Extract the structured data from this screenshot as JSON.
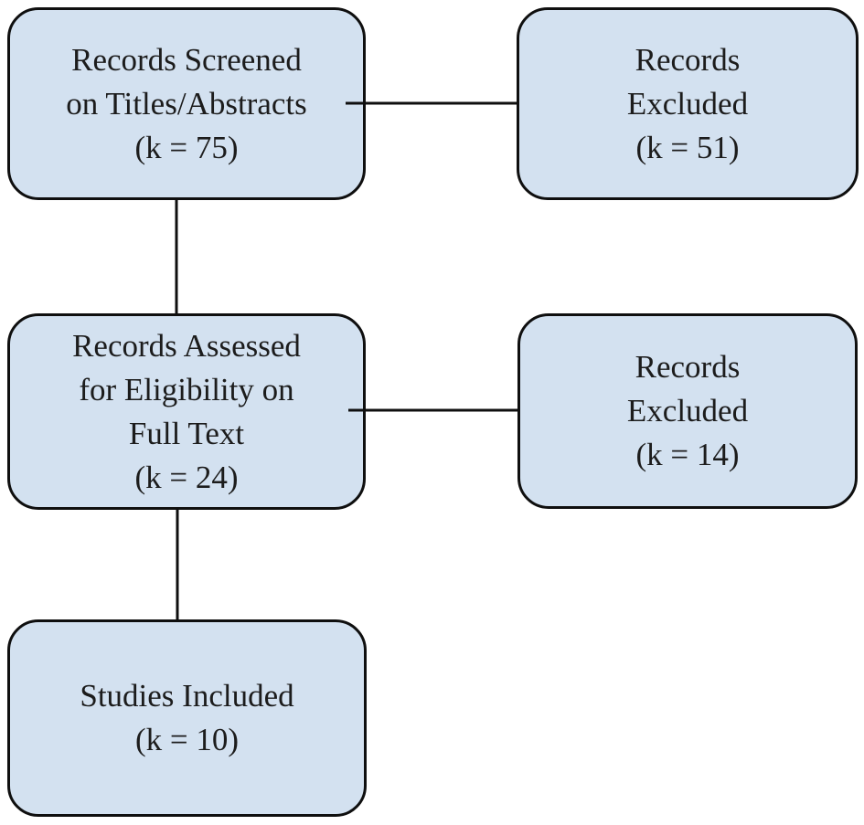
{
  "diagram": {
    "type": "flowchart",
    "description": "Study screening flow diagram",
    "boxes": {
      "screened": {
        "lines": [
          "Records Screened",
          "on Titles/Abstracts",
          "(k = 75)"
        ],
        "count": 75
      },
      "excluded_titles_abstracts": {
        "lines": [
          "Records",
          "Excluded",
          "(k = 51)"
        ],
        "count": 51
      },
      "assessed": {
        "lines": [
          "Records Assessed",
          "for Eligibility on",
          "Full Text",
          "(k = 24)"
        ],
        "count": 24
      },
      "excluded_full_text": {
        "lines": [
          "Records",
          "Excluded",
          "(k = 14)"
        ],
        "count": 14
      },
      "included": {
        "lines": [
          "Studies Included",
          "(k = 10)"
        ],
        "count": 10
      }
    },
    "connections": [
      {
        "from": "screened",
        "to": "excluded_titles_abstracts",
        "direction": "horizontal"
      },
      {
        "from": "screened",
        "to": "assessed",
        "direction": "vertical"
      },
      {
        "from": "assessed",
        "to": "excluded_full_text",
        "direction": "horizontal"
      },
      {
        "from": "assessed",
        "to": "included",
        "direction": "vertical"
      }
    ],
    "colors": {
      "box_fill": "#d3e1f0",
      "box_border": "#0f0f0f",
      "text": "#1c1c1c",
      "line": "#0f0f0f",
      "background": "#ffffff"
    }
  }
}
